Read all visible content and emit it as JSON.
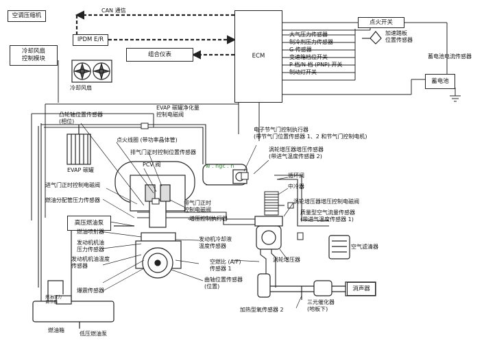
{
  "labels": {
    "can": "CAN 通信",
    "ac_compressor": "空调压缩机",
    "ipdm": "IPDM E/R",
    "ecm": "ECM",
    "ignition_switch": "点火开关",
    "combo_meter": "组合仪表",
    "cooling_fan_ctrl": "冷却风扇\n控制模块",
    "cooling_fan": "冷却风扇",
    "baro_sensor": "大气压力传感器",
    "refrig_sensor": "制冷剂压力传感器",
    "g_sensor": "G 传感器",
    "shift_sensor": "变速箱档位开关",
    "pnp_switch": "P 档/N 档 (PNP) 开关",
    "brake_switch": "制动灯开关",
    "accel_pedal": "加速踏板\n位置传感器",
    "battery_current": "蓄电池电流传感器",
    "battery": "蓄电池",
    "evap_valve": "EVAP 碳罐净化量\n控制电磁阀",
    "cam_sensor": "凸轮轴位置传感器\n(相位)",
    "evap_canister": "EVAP 碳罐",
    "ignition_coil": "点火线圈 (带功率晶体管)",
    "exhaust_vt": "排气门正时控制位置传感器",
    "pcv": "PCV 阀",
    "etc_actuator": "电子节气门控制执行器\n(带节气门位置传感器 1、2 和节气门控制电机)",
    "turbo_boost_sensor": "涡轮增压器增压传感器\n(带进气温度传感器 2)",
    "recirc_valve": "循环阀",
    "intercooler": "中冷器",
    "intake_vt_valve": "进气门正时控制电磁阀",
    "fuel_rail_sensor": "燃油分配管压力传感器",
    "exhaust_vt_valve": "排气门正时\n控制电磁阀",
    "turbo_boost_valve": "涡轮增压器增压控制电磁阀",
    "maf_sensor": "质量型空气流量传感器\n(带进气温度传感器 1)",
    "hp_pump": "高压燃油泵",
    "boost_actuator": "增压控制执行器",
    "air_cleaner": "空气滤清器",
    "injector": "燃油喷射器",
    "oil_pressure": "发动机机油\n压力传感器",
    "oil_temp": "发动机机油温度\n传感器",
    "knock": "爆震传感器",
    "coolant_temp": "发动机冷却液\n温度传感器",
    "af_sensor": "空燃比 (A/F)\n传感器 1",
    "crank_sensor": "曲轴位置传感器\n(位置)",
    "turbocharger": "涡轮增压器",
    "fuel_pressure_reg": "燃油压力\n调节器",
    "fuel_tank": "燃油箱",
    "lp_pump": "低压燃油泵",
    "o2_sensor2": "加热型氧传感器 2",
    "catalyst": "三元催化器\n(地板下)",
    "muffler": "消声器",
    "watermark": "w . ngc . n"
  }
}
